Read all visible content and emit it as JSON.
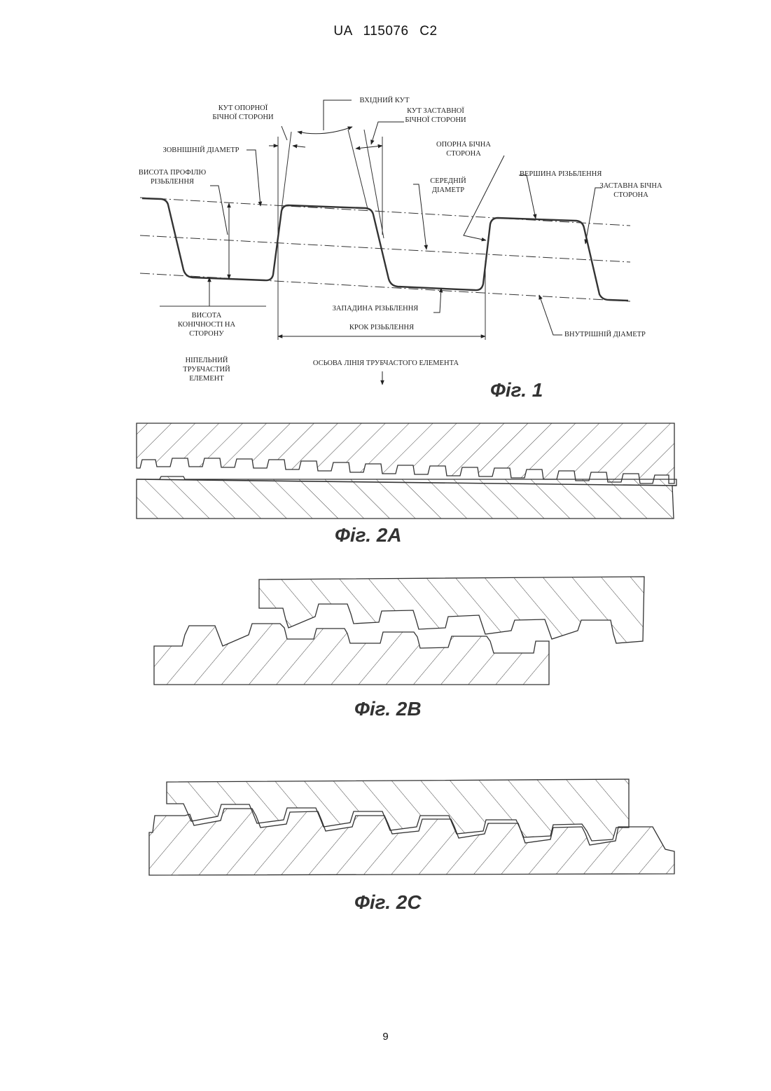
{
  "header": {
    "text": "UA   115076   C2"
  },
  "page_number": "9",
  "fig1": {
    "caption": "Фіг. 1",
    "labels": {
      "bearing_angle": [
        "КУТ ОПОРНОЇ",
        "БІЧНОЇ СТОРОНИ"
      ],
      "entry_angle": "ВХІДНИЙ КУТ",
      "stab_angle": [
        "КУТ ЗАСТАВНОЇ",
        "БІЧНОЇ СТОРОНИ"
      ],
      "outer_diameter": "ЗОВНІШНІЙ ДІАМЕТР",
      "profile_height": [
        "ВИСОТА ПРОФІЛЮ",
        "РІЗЬБЛЕННЯ"
      ],
      "bearing_flank": [
        "ОПОРНА БІЧНА",
        "СТОРОНА"
      ],
      "pitch_diameter": [
        "СЕРЕДНІЙ",
        "ДІАМЕТР"
      ],
      "thread_crest": "ВЕРШИНА РІЗЬБЛЕННЯ",
      "stab_flank": [
        "ЗАСТАВНА БІЧНА",
        "СТОРОНА"
      ],
      "taper_height": [
        "ВИСОТА",
        "КОНІЧНОСТІ НА",
        "СТОРОНУ"
      ],
      "thread_root": "ЗАПАДИНА РІЗЬБЛЕННЯ",
      "thread_pitch": "КРОК РІЗЬБЛЕННЯ",
      "inner_diameter": "ВНУТРІШНІЙ ДІАМЕТР",
      "pin_member": [
        "НІПЕЛЬНИЙ",
        "ТРУБЧАСТИЙ",
        "ЕЛЕМЕНТ"
      ],
      "axis_line": "ОСЬОВА ЛІНІЯ ТРУБЧАСТОГО ЕЛЕМЕНТА"
    }
  },
  "fig2a": {
    "caption": "Фіг. 2A"
  },
  "fig2b": {
    "caption": "Фіг. 2B"
  },
  "fig2c": {
    "caption": "Фіг. 2C"
  }
}
